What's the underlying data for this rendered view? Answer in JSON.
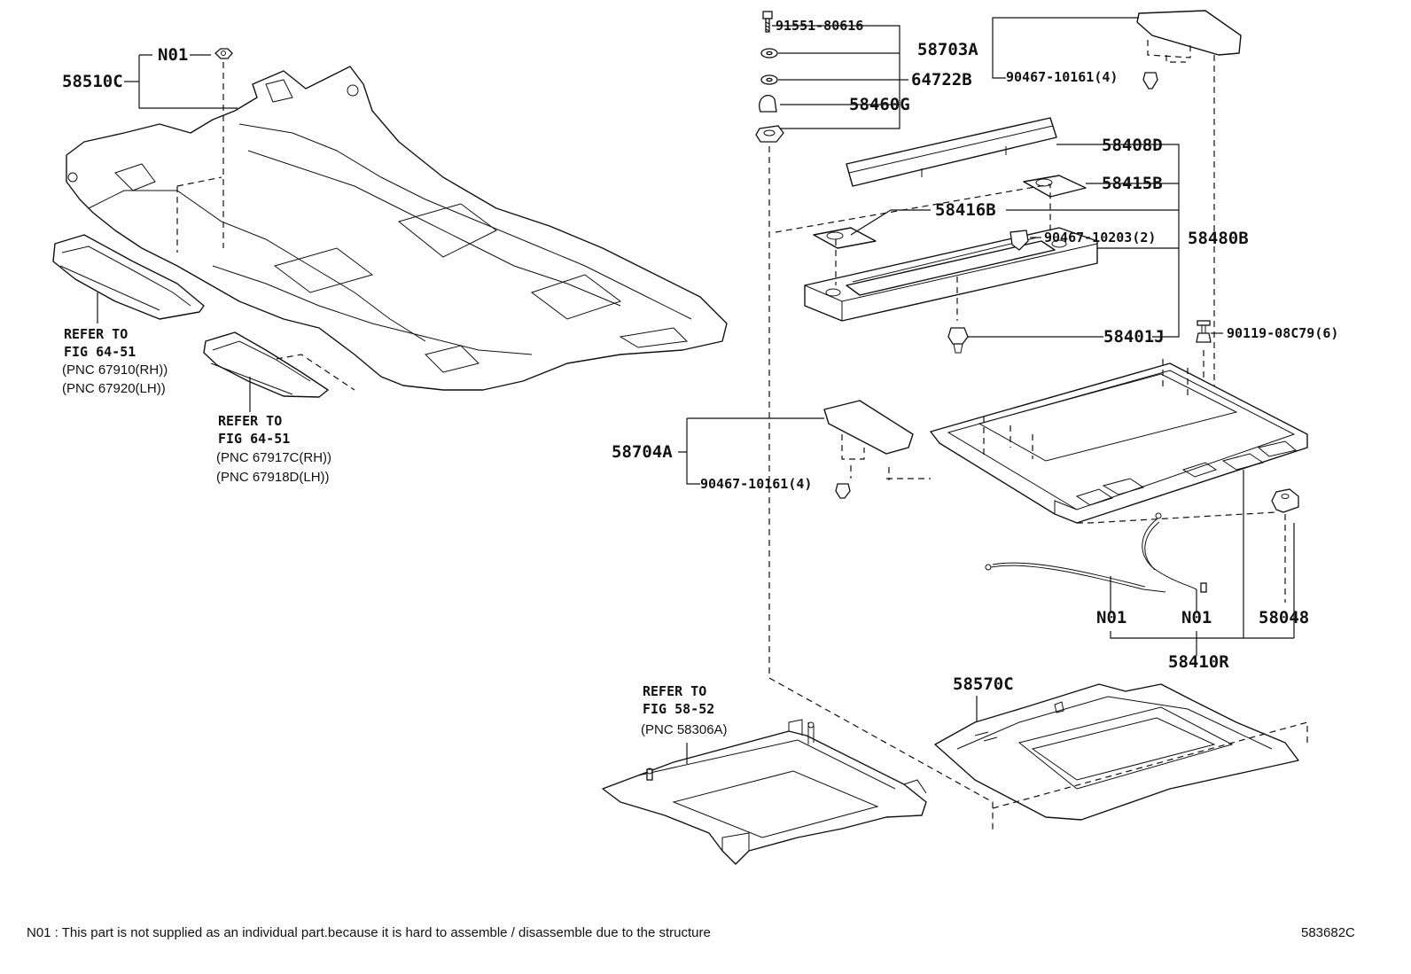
{
  "diagram_id": "583682C",
  "footnote": "N01 : This part is not supplied as an individual part.because it is hard to assemble / disassemble due to the structure",
  "labels": {
    "n01_top": "N01",
    "p58510C": "58510C",
    "p91551": "91551-80616",
    "p64722B": "64722B",
    "p58460G": "58460G",
    "p58703A": "58703A",
    "p90467_top": "90467-10161(4)",
    "p58408D": "58408D",
    "p58415B": "58415B",
    "p58416B": "58416B",
    "p58480B": "58480B",
    "p90467_10203": "90467-10203(2)",
    "p58401J": "58401J",
    "p90119": "90119-08C79(6)",
    "p58704A": "58704A",
    "p90467_mid": "90467-10161(4)",
    "n01_a": "N01",
    "n01_b": "N01",
    "p58048": "58048",
    "p58410R": "58410R",
    "p58570C": "58570C"
  },
  "refs": {
    "ref1": {
      "line1": "REFER TO",
      "line2": "FIG 64-51",
      "pnc1": "(PNC 67910(RH))",
      "pnc2": "(PNC 67920(LH))"
    },
    "ref2": {
      "line1": "REFER TO",
      "line2": "FIG 64-51",
      "pnc1": "(PNC 67917C(RH))",
      "pnc2": "(PNC 67918D(LH))"
    },
    "ref3": {
      "line1": "REFER TO",
      "line2": "FIG 58-52",
      "pnc1": "(PNC 58306A)"
    }
  }
}
